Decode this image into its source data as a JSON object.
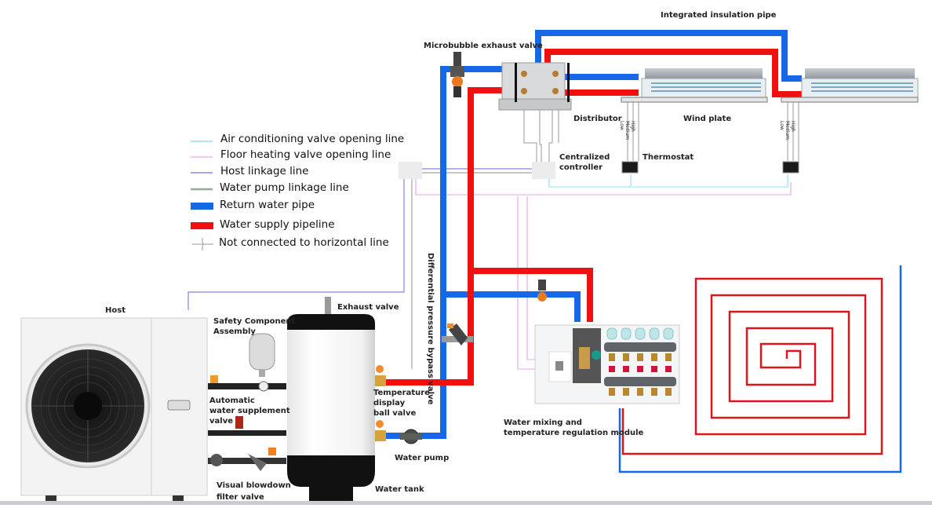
{
  "diagram": {
    "title": "Air-to-water heat pump system with fan coils and floor heating",
    "legend": [
      {
        "label": "Air conditioning valve opening line",
        "style": "thin",
        "color": "#7fd6e0"
      },
      {
        "label": "Floor heating valve opening line",
        "style": "thin",
        "color": "#e7a6e8"
      },
      {
        "label": "Host linkage line",
        "style": "thin",
        "color": "#7a6fd8"
      },
      {
        "label": "Water pump linkage line",
        "style": "double",
        "color": "#9aa89c"
      },
      {
        "label": "Return water pipe",
        "style": "thick",
        "color": "#1668e8"
      },
      {
        "label": "Water supply pipeline",
        "style": "thick",
        "color": "#f01010"
      },
      {
        "label": "Not connected to horizontal line",
        "style": "crossing",
        "color": "#999999"
      }
    ],
    "labels": {
      "host": "Host",
      "safety_component": [
        "Safety Component",
        "Assembly"
      ],
      "auto_water_supplement": [
        "Automatic",
        "water supplement",
        "valve"
      ],
      "blowdown_filter": [
        "Visual blowdown",
        "filter valve"
      ],
      "exhaust_valve": "Exhaust valve",
      "water_tank": "Water tank",
      "temp_ball_valve": [
        "Temperature",
        "display",
        "ball valve"
      ],
      "water_pump": "Water pump",
      "bypass_valve": "Differential pressure bypass valve",
      "microbubble": "Microbubble exhaust valve",
      "insulation_pipe": "Integrated insulation pipe",
      "distributor": "Distributor",
      "wind_plate": "Wind plate",
      "centralized_controller": [
        "Centralized",
        "controller"
      ],
      "thermostat": "Thermostat",
      "mixing_module": [
        "Water mixing and",
        "temperature regulation module"
      ],
      "fan_speeds": [
        "Low",
        "Medium",
        "High"
      ]
    },
    "colors": {
      "return_pipe": "#1668e8",
      "supply_pipe": "#f01010",
      "floor_coil": "#e0141c"
    }
  }
}
